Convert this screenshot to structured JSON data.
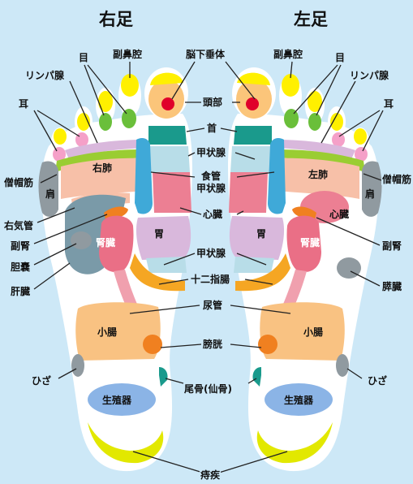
{
  "titles": {
    "right": "右足",
    "left": "左足"
  },
  "labels": {
    "ear": "耳",
    "lymph": "リンパ腺",
    "eye": "目",
    "sinus": "副鼻腔",
    "pituitary": "脳下垂体",
    "head": "頭部",
    "neck": "首",
    "thyroid": "甲状腺",
    "trapezius": "僧帽筋",
    "esophagus": "食管",
    "thyroid2": "甲状腺",
    "heart": "心臓",
    "trachea": "右気管",
    "adrenal": "副腎",
    "gallbladder": "胆嚢",
    "liver": "肝臓",
    "thyroid3": "甲状腺",
    "duodenum": "十二指腸",
    "ureter": "尿管",
    "bladder": "膀胱",
    "knee": "ひざ",
    "coccyx": "尾骨(仙骨)",
    "hemorrhoid": "痔疾",
    "pancreas": "膵臓"
  },
  "inner": {
    "right_lung": "右肺",
    "left_lung": "左肺",
    "shoulder": "肩",
    "kidney": "腎臓",
    "stomach": "胃",
    "small_intestine": "小腸",
    "reproductive": "生殖器",
    "heart": "心臓"
  },
  "colors": {
    "background": "#cde8f7",
    "foot": "#ffffff",
    "toe_yellow": "#fff000",
    "eye_green": "#6abf3a",
    "ear_pink": "#f5a0c8",
    "head_orange": "#fbc57a",
    "neck_teal": "#1a9a8c",
    "thyroid_blue": "#b8dde8",
    "spine_blue": "#3fa9d8",
    "lung_peach": "#f7c0a8",
    "lime": "#9acd32",
    "shoulder_gray": "#909aa0",
    "heart_pink": "#ec7f93",
    "stomach_lilac": "#d9b8dc",
    "kidney_pink": "#ea6f86",
    "ureter_pink": "#f0a0ae",
    "duodenum_orange": "#f5a623",
    "intestine_orange": "#f9c282",
    "bladder_orange": "#f08020",
    "reproductive_blue": "#8bb4e6",
    "hemorrhoid_yellow": "#e2e800",
    "organ_gray": "#7a9aa8"
  }
}
